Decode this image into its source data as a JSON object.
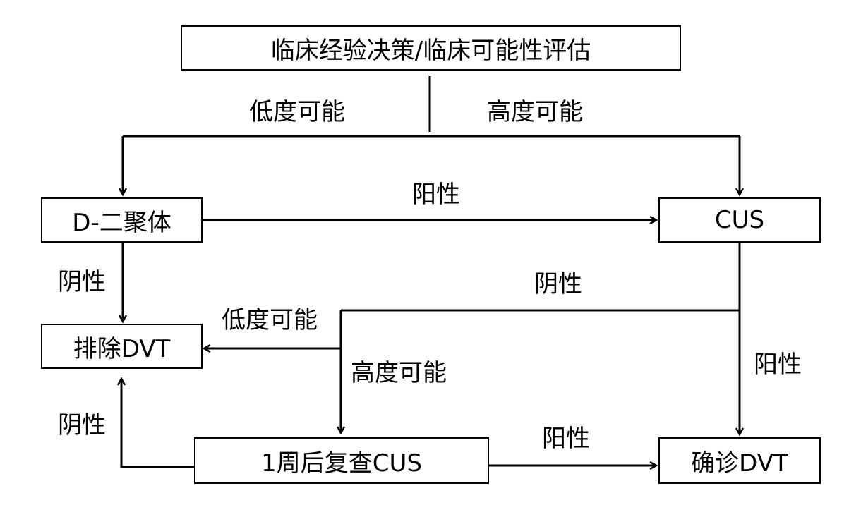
{
  "nodes": {
    "top": "临床经验决策/临床可能性评估",
    "ddimer": "D-二聚体",
    "cus": "CUS",
    "exclude": "排除DVT",
    "recheck": "1周后复查CUS",
    "confirm": "确诊DVT"
  },
  "edges": {
    "low_prob_top": "低度可能",
    "high_prob_top": "高度可能",
    "ddimer_to_cus": "阳性",
    "ddimer_to_exclude": "阴性",
    "cus_negative": "阴性",
    "neg_low": "低度可能",
    "neg_high": "高度可能",
    "cus_to_confirm": "阳性",
    "recheck_to_exclude": "阴性",
    "recheck_to_confirm": "阳性"
  }
}
